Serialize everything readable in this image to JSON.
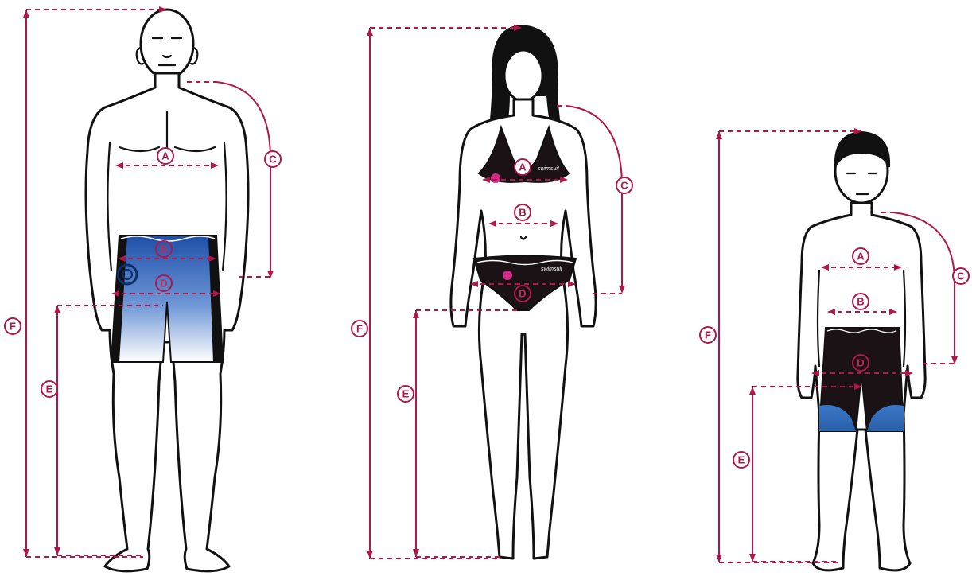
{
  "labels": {
    "a": "A",
    "b": "B",
    "c": "C",
    "d": "D",
    "e": "E",
    "f": "F"
  },
  "colors": {
    "measure": "#b0184c",
    "outline": "#111111",
    "short_blue": "#2f6fbf",
    "short_dark": "#1a1214"
  },
  "figures": [
    {
      "name": "man",
      "garment": "blue-gradient-shorts",
      "markers": [
        "A",
        "B",
        "C",
        "D",
        "E",
        "F"
      ]
    },
    {
      "name": "woman",
      "garment": "black-bikini",
      "markers": [
        "A",
        "B",
        "C",
        "D",
        "E",
        "F"
      ]
    },
    {
      "name": "child",
      "garment": "black-blue-shorts",
      "markers": [
        "A",
        "B",
        "C",
        "D",
        "E",
        "F"
      ]
    }
  ]
}
